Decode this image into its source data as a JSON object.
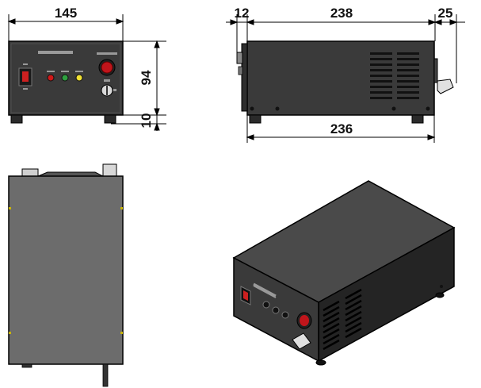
{
  "dimensions": {
    "front_width": "145",
    "front_height": "94",
    "foot_height": "10",
    "side_rear_offset": "12",
    "side_length": "238",
    "side_front_offset": "25",
    "side_base_length": "236"
  },
  "colors": {
    "enclosure": "#3a3a3a",
    "enclosure_dark": "#242424",
    "enclosure_top": "#4a4a4a",
    "outline": "#000000",
    "dimension_line": "#000000",
    "emergency_button": "#c0151b",
    "led_red": "#d01818",
    "led_green": "#2fa040",
    "led_yellow": "#f2e233",
    "power_switch": "#cc2020"
  },
  "icons": [
    "power-switch-icon",
    "emergency-stop-icon",
    "key-switch-icon",
    "indicator-led-icon",
    "vent-slot-icon"
  ]
}
